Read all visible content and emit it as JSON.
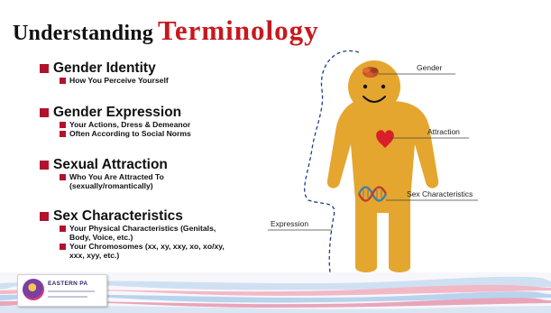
{
  "title": {
    "part1": "Understanding",
    "part2": "Terminology"
  },
  "bullets": [
    {
      "heading": "Gender Identity",
      "subs": [
        "How You Perceive Yourself"
      ]
    },
    {
      "heading": "Gender Expression",
      "subs": [
        "Your Actions, Dress & Demeanor",
        "Often According to Social Norms"
      ]
    },
    {
      "heading": "Sexual Attraction",
      "subs": [
        "Who You Are Attracted To (sexually/romantically)"
      ]
    },
    {
      "heading": "Sex Characteristics",
      "subs": [
        "Your Physical Characteristics (Genitals, Body, Voice, etc.)",
        "Your Chromosomes (xx, xy, xxy, xo, xo/xy, xxx, xyy, etc.)"
      ]
    }
  ],
  "figure": {
    "labels": {
      "gender": "Gender",
      "attraction": "Attraction",
      "sex_characteristics": "Sex Characteristics",
      "expression": "Expression"
    }
  },
  "footer": {
    "logo_name": "EASTERN PA"
  },
  "colors": {
    "accent_red": "#c8181e",
    "bullet": "#b3122e",
    "figure_orange": "#e4a62e",
    "dash_blue": "#1c3f8a"
  }
}
